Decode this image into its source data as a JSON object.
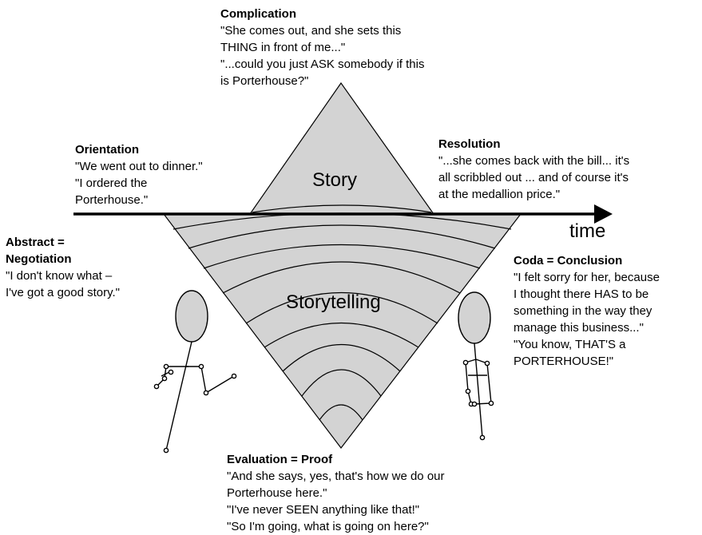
{
  "complication": {
    "heading": "Complication",
    "lines": [
      "\"She comes out, and she sets this",
      "THING in front of me...\"",
      "\"...could you just ASK somebody if this",
      "is Porterhouse?\""
    ]
  },
  "orientation": {
    "heading": "Orientation",
    "lines": [
      "\"We went out to dinner.\"",
      "\"I ordered the",
      "Porterhouse.\""
    ]
  },
  "resolution": {
    "heading": "Resolution",
    "lines": [
      "\"...she comes back with the bill... it's",
      "all scribbled out ... and of course it's",
      "at the medallion price.\""
    ]
  },
  "abstract": {
    "heading_lines": [
      "Abstract =",
      "Negotiation"
    ],
    "lines": [
      "\"I don't know what –",
      "I've got a good story.\""
    ]
  },
  "coda": {
    "heading": "Coda = Conclusion",
    "lines": [
      "\"I felt sorry for her, because",
      "I thought there HAS to be",
      "something in the way they",
      "manage this business...\"",
      "\"You know, THAT'S a",
      "PORTERHOUSE!\""
    ]
  },
  "evaluation": {
    "heading": "Evaluation = Proof",
    "lines": [
      "\"And she says, yes, that's how we do our",
      "Porterhouse here.\"",
      "\"I've never SEEN anything like that!\"",
      "\"So I'm going, what is going on here?\""
    ]
  },
  "labels": {
    "story": "Story",
    "storytelling": "Storytelling",
    "time": "time"
  },
  "colors": {
    "fill": "#d3d3d3",
    "stroke": "#000000"
  }
}
